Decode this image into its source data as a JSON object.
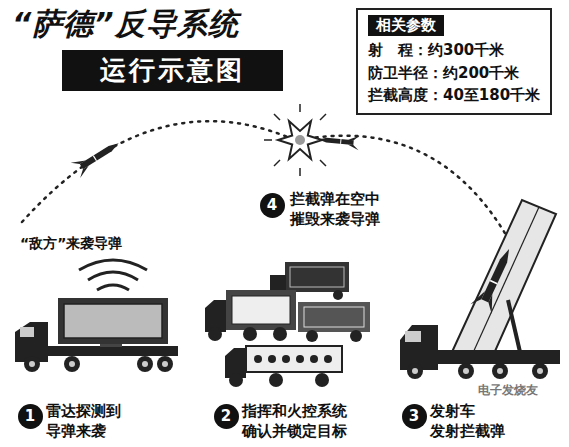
{
  "diagram": {
    "title": "“萨德”反导系统",
    "nodes": [
      {
        "text": [
          "运行示意图"
        ]
      },
      {
        "text": [
          "相关参数",
          "射　程：约300千米",
          "防卫半径：约200千米",
          "拦截高度：40至180千米"
        ]
      },
      {
        "text": [
          "4"
        ]
      },
      {
        "text": [
          "1"
        ]
      },
      {
        "text": [
          "2"
        ]
      },
      {
        "text": [
          "3"
        ]
      }
    ],
    "labels": [
      "“敌方”来袭导弹",
      "拦截弹在空中 摧毁来袭导弹",
      "雷达探测到 导弹来袭",
      "指挥和火控系统 确认并锁定目标",
      "发射车 发射拦截弹",
      "电子发烧友"
    ]
  }
}
